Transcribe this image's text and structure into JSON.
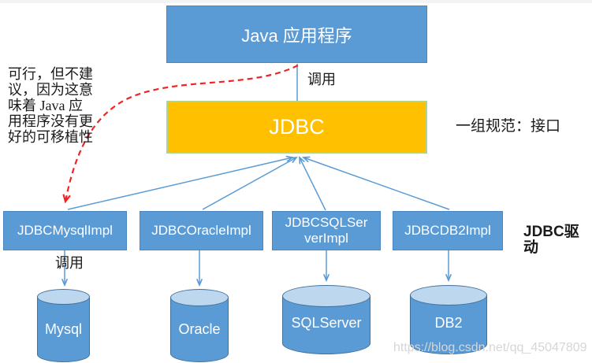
{
  "diagram": {
    "title_box": "Java 应用程序",
    "call_label_top": "调用",
    "jdbc_box": "JDBC",
    "spec_label": "一组规范：接口",
    "note_left": "可行，但不建\n议，因为这意\n味着 Java 应\n用程序没有更\n好的可移植性",
    "drivers": [
      "JDBCMysqlImpl",
      "JDBCOracleImpl",
      "JDBCSQLSer\nverImpl",
      "JDBCDB2Impl"
    ],
    "driver_group_label": "JDBC驱动",
    "call_label_bottom": "调用",
    "databases": [
      "Mysql",
      "Oracle",
      "SQLServer",
      "DB2"
    ],
    "watermark": "https://blog.csdn.net/qq_45047809",
    "colors": {
      "box_blue": "#5B9BD5",
      "jdbc_orange": "#FFC000",
      "jdbc_border_green": "#AED494",
      "cylinder_top_blue": "#BDD7EE",
      "cylinder_border": "#41719C",
      "dashed_arrow_red": "#F02424",
      "watermark_gray": "#D6D6D6"
    }
  }
}
